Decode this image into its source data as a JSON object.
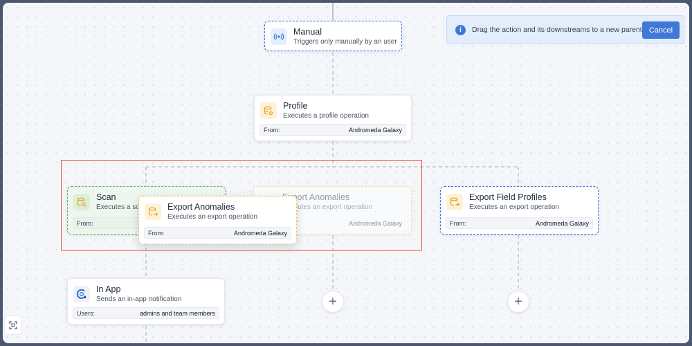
{
  "banner": {
    "message": "Drag the action and its downstreams to a new parent",
    "cancel_label": "Cancel"
  },
  "nodes": {
    "manual": {
      "title": "Manual",
      "subtitle": "Triggers only manually by an user",
      "icon": "broadcast-icon"
    },
    "profile": {
      "title": "Profile",
      "subtitle": "Executes a profile operation",
      "from_label": "From:",
      "from_value": "Andromeda Galaxy",
      "icon": "database-gear-icon"
    },
    "scan": {
      "title": "Scan",
      "subtitle": "Executes a sc",
      "from_label": "From:",
      "icon": "database-search-icon"
    },
    "export_anomalies_drag": {
      "title": "Export Anomalies",
      "subtitle": "Executes an export operation",
      "from_label": "From:",
      "from_value": "Andromeda Galaxy",
      "icon": "database-export-icon"
    },
    "export_anomalies_ghost": {
      "title": "Export Anomalies",
      "subtitle": "Executes an export operation",
      "from_value": "Andromeda Galaxy"
    },
    "export_field_profiles": {
      "title": "Export Field Profiles",
      "subtitle": "Executes an export operation",
      "from_label": "From:",
      "from_value": "Andromeda Galaxy",
      "icon": "database-export-icon"
    },
    "in_app": {
      "title": "In App",
      "subtitle": "Sends an in-app notification",
      "users_label": "Users:",
      "users_value": "admins and team members",
      "icon": "notification-icon"
    }
  },
  "plus_symbol": "+",
  "colors": {
    "accent_blue": "#3f78d8",
    "selection_red": "#e5532f",
    "dashed_green": "#58b85a",
    "dashed_yellow": "#f2c14e"
  }
}
